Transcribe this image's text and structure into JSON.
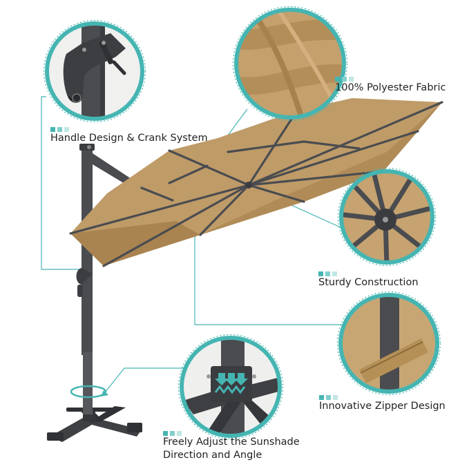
{
  "colors": {
    "accent": "#45b5b2",
    "accent_mid": "#7fcfcc",
    "accent_light": "#bfe6e4",
    "canopy": "#bf9b68",
    "canopy_shade": "#a98451",
    "frame": "#4a4c50",
    "base": "#3e4044",
    "text": "#222222"
  },
  "features": {
    "handle": {
      "label": "Handle Design & Crank System",
      "icon": "handle-crank-icon"
    },
    "fabric": {
      "label": "100% Polyester Fabric",
      "icon": "fabric-texture-icon"
    },
    "construction": {
      "label": "Sturdy Construction",
      "icon": "rib-hub-icon"
    },
    "zipper": {
      "label": "Innovative Zipper Design",
      "icon": "zipper-icon"
    },
    "rotate": {
      "label_line1": "Freely Adjust the Sunshade",
      "label_line2": "Direction and Angle",
      "icon": "rotation-arrows-icon"
    }
  }
}
